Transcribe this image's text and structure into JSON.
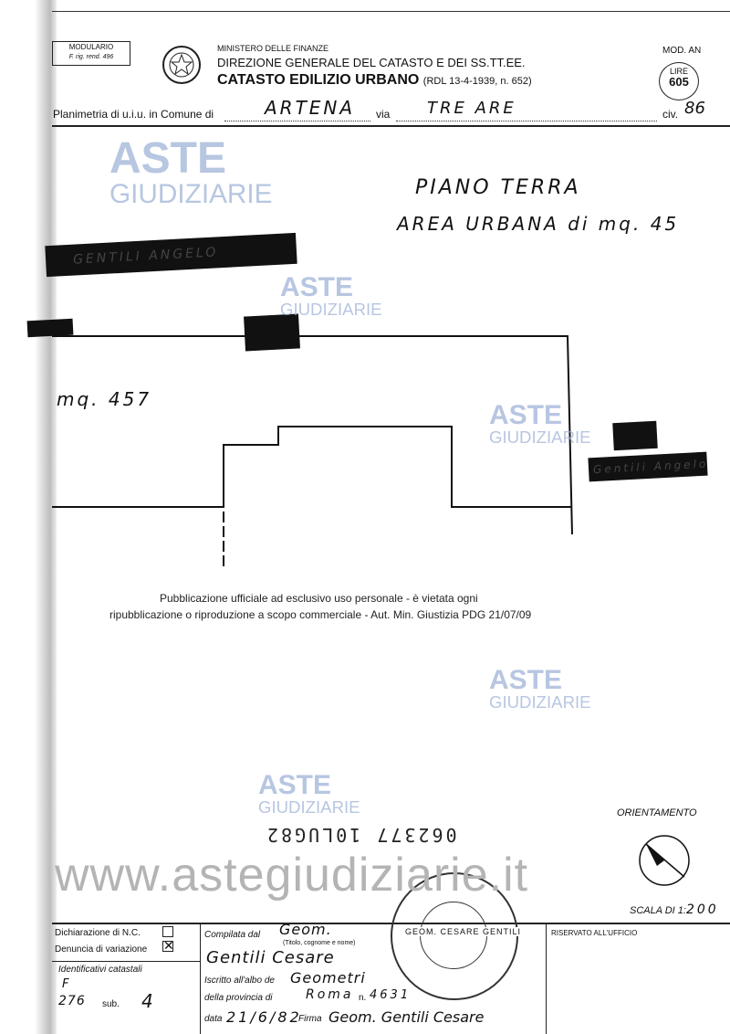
{
  "header": {
    "modulario_line1": "MODULARIO",
    "modulario_line2": "F. rig. rend. 496",
    "ministry": "MINISTERO DELLE FINANZE",
    "direction": "DIREZIONE GENERALE DEL CATASTO E DEI SS.TT.EE.",
    "title": "CATASTO EDILIZIO URBANO",
    "law_ref": "(RDL 13-4-1939, n. 652)",
    "mod": "MOD. AN",
    "lire_label": "LIRE",
    "lire_value": "605"
  },
  "planimetria": {
    "label_comune": "Planimetria di u.i.u. in Comune di",
    "comune": "ARTENA",
    "label_via": "via",
    "via": "TRE ARE",
    "label_civ": "civ.",
    "civ": "86"
  },
  "drawing": {
    "floor": "PIANO TERRA",
    "area": "AREA URBANA di mq. 45",
    "neighbor_left": "GENTILI ANGELO",
    "mapped_parcel": "mq. 457",
    "neighbor_right": "Gentili Angelo",
    "stamp_numbers": "062377  10LUG82"
  },
  "footer": {
    "orientamento": "ORIENTAMENTO",
    "scala_label": "SCALA DI 1:",
    "scala_value": "200",
    "dichiarazione": "Dichiarazione di N.C.",
    "denuncia": "Denuncia di variazione",
    "identificativi": "Identificativi catastali",
    "foglio": "F",
    "mappale": "276",
    "sub_label": "sub.",
    "sub_value": "4",
    "compilata_label": "Compilata dal",
    "compilata_title": "Geom.",
    "compilata_hint": "(Titolo, cognome e nome)",
    "compilata_name": "Gentili Cesare",
    "iscritto_label": "Iscritto all'albo de",
    "iscritto_value": "Geometri",
    "provincia_label": "della provincia di",
    "provincia_value": "Roma",
    "numero_label": "n.",
    "numero_value": "4631",
    "data_label": "data",
    "data_value": "21/6/82",
    "firma_label": "Firma",
    "firma_value": "Geom. Gentili Cesare",
    "riservato": "RISERVATO ALL'UFFICIO",
    "stamp_text": "GEOM. CESARE GENTILI"
  },
  "watermark": {
    "aste": "ASTE",
    "giudiziarie": "GIUDIZIARIE",
    "site": "www.astegiudiziarie.it",
    "notice_line1": "Pubblicazione ufficiale ad esclusivo uso personale - è vietata ogni",
    "notice_line2": "ripubblicazione o riproduzione a scopo commerciale - Aut. Min. Giustizia PDG 21/07/09"
  }
}
